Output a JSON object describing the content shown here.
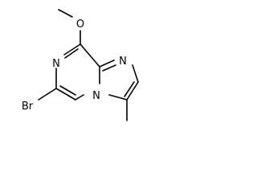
{
  "molecule": {
    "atoms": {
      "bromine": "Br",
      "oxygen": "O",
      "nitrogen_ring_1": "N",
      "nitrogen_ring_2": "N",
      "nitrogen_bridge": "N"
    }
  }
}
